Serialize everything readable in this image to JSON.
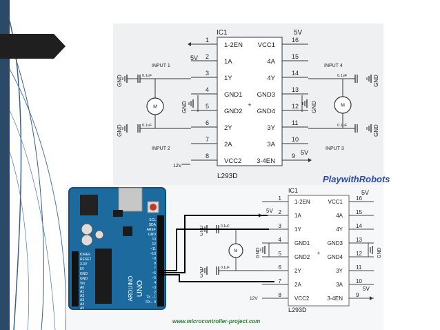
{
  "top_schematic": {
    "chip_label": "IC1",
    "part_label": "L293D",
    "vcc_label": "5V",
    "left_pins": [
      {
        "num": "1",
        "name": "1-2EN"
      },
      {
        "num": "2",
        "name": "1A"
      },
      {
        "num": "3",
        "name": "1Y"
      },
      {
        "num": "4",
        "name": "GND1"
      },
      {
        "num": "5",
        "name": "GND2"
      },
      {
        "num": "6",
        "name": "2Y"
      },
      {
        "num": "7",
        "name": "2A"
      },
      {
        "num": "8",
        "name": "VCC2"
      }
    ],
    "right_pins": [
      {
        "num": "16",
        "name": "VCC1"
      },
      {
        "num": "15",
        "name": "4A"
      },
      {
        "num": "14",
        "name": "4Y"
      },
      {
        "num": "13",
        "name": "GND3"
      },
      {
        "num": "12",
        "name": "GND4"
      },
      {
        "num": "11",
        "name": "3Y"
      },
      {
        "num": "10",
        "name": "3A"
      },
      {
        "num": "9",
        "name": "3-4EN"
      }
    ],
    "labels": {
      "input1": "INPUT 1",
      "input2": "INPUT 2",
      "input3": "INPUT 3",
      "input4": "INPUT 4",
      "en12_supply": "5V",
      "en34_supply": "5V",
      "motor_supply": "12V",
      "gnd": "GND",
      "cap": "0.1uF",
      "motor": "M",
      "plus": "+"
    }
  },
  "bottom_schematic": {
    "chip_label": "IC1",
    "part_label": "L293D",
    "vcc_label": "5V",
    "left_pins": [
      {
        "num": "1",
        "name": "1-2EN"
      },
      {
        "num": "2",
        "name": "1A"
      },
      {
        "num": "3",
        "name": "1Y"
      },
      {
        "num": "4",
        "name": "GND1"
      },
      {
        "num": "5",
        "name": "GND2"
      },
      {
        "num": "6",
        "name": "2Y"
      },
      {
        "num": "7",
        "name": "2A"
      },
      {
        "num": "8",
        "name": "VCC2"
      }
    ],
    "right_pins": [
      {
        "num": "16",
        "name": "VCC1"
      },
      {
        "num": "15",
        "name": "4A"
      },
      {
        "num": "14",
        "name": "4Y"
      },
      {
        "num": "13",
        "name": "GND3"
      },
      {
        "num": "12",
        "name": "GND4"
      },
      {
        "num": "11",
        "name": "3Y"
      },
      {
        "num": "10",
        "name": "3A"
      },
      {
        "num": "9",
        "name": "3-4EN"
      }
    ],
    "labels": {
      "en12_supply": "5V",
      "en34_supply": "5V",
      "motor_supply": "12V",
      "gnd": "GND",
      "cap": "0.1uF",
      "motor": "M",
      "plus": "+"
    }
  },
  "arduino": {
    "brand": "ARDUINO",
    "model": "UNO",
    "power_labels": [
      "IOREF",
      "RESET",
      "3.3V",
      "5V",
      "GND",
      "GND",
      "Vin"
    ],
    "analog_labels": [
      "A0",
      "A1",
      "A2",
      "A3",
      "A4",
      "A5"
    ],
    "digital_labels": [
      "SCL",
      "SDA",
      "AREF",
      "GND",
      "13",
      "12",
      "~11",
      "~10",
      "~9",
      "8",
      "7",
      "~6",
      "~5",
      "4",
      "~3",
      "2",
      "TX→1",
      "RX←0"
    ]
  },
  "logo": {
    "text": "PlaywithRobots"
  },
  "website": {
    "text": "www.microcontroller-project.com"
  },
  "colors": {
    "sidebar": "#2b4a68",
    "tab": "#1f1f1f",
    "panel": "#eef0f2",
    "board": "#1d6a9e",
    "board_dark": "#154f78",
    "logo": "#2a4aa8",
    "website": "#2e7d32",
    "wire": "#000000"
  }
}
